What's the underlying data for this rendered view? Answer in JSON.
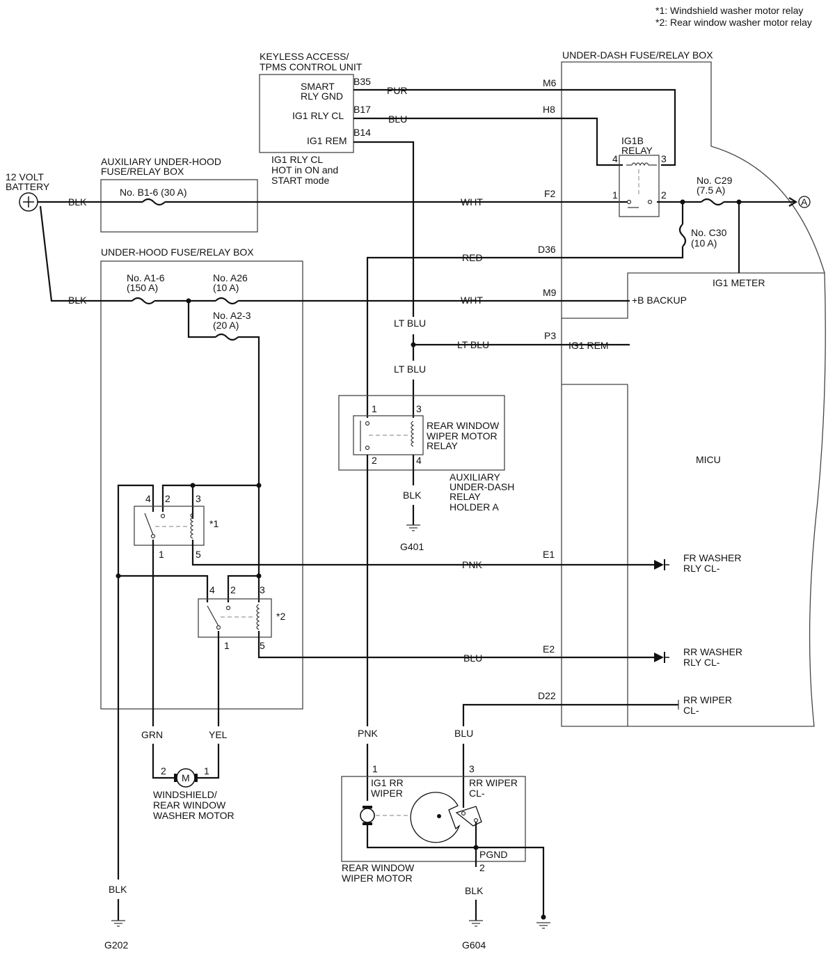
{
  "notes": {
    "n1": "*1: Windshield washer motor relay",
    "n2": "*2: Rear window washer motor relay"
  },
  "components": {
    "battery": [
      "12 VOLT",
      "BATTERY"
    ],
    "aux_underhood_box": [
      "AUXILIARY UNDER-HOOD",
      "FUSE/RELAY BOX"
    ],
    "underhood_box": "UNDER-HOOD FUSE/RELAY BOX",
    "keyless_unit": [
      "KEYLESS ACCESS/",
      "TPMS CONTROL UNIT"
    ],
    "keyless_pins": {
      "smart_rly_gnd": [
        "SMART",
        "RLY GND"
      ],
      "ig1_rly_cl": "IG1 RLY CL",
      "ig1_rem": "IG1 REM",
      "b35": "B35",
      "b17": "B17",
      "b14": "B14"
    },
    "keyless_note": [
      "IG1 RLY CL",
      "HOT in ON and",
      "START mode"
    ],
    "underdash_box": "UNDER-DASH FUSE/RELAY BOX",
    "ig1b_relay": [
      "IG1B",
      "RELAY"
    ],
    "ig1_meter": "IG1 METER",
    "b_backup": "+B BACKUP",
    "ig1_rem_micu": "IG1 REM",
    "micu": "MICU",
    "rear_wiper_relay": [
      "REAR WINDOW",
      "WIPER MOTOR",
      "RELAY"
    ],
    "aux_underdash_holder": [
      "AUXILIARY",
      "UNDER-DASH",
      "RELAY",
      "HOLDER A"
    ],
    "washer_motor": [
      "WINDSHIELD/",
      "REAR WINDOW",
      "WASHER MOTOR"
    ],
    "motor_symbol": "M",
    "rear_wiper_motor": [
      "REAR WINDOW",
      "WIPER MOTOR"
    ],
    "ig1_rr_wiper": [
      "IG1 RR",
      "WIPER"
    ],
    "rr_wiper_cl_motor": [
      "RR WIPER",
      "CL-"
    ],
    "pgnd": "PGND",
    "fr_washer": [
      "FR WASHER",
      "RLY CL-"
    ],
    "rr_washer": [
      "RR WASHER",
      "RLY CL-"
    ],
    "rr_wiper_cl": [
      "RR WIPER",
      "CL-"
    ],
    "relay1_tag": "*1",
    "relay2_tag": "*2",
    "connector_a": "A"
  },
  "fuses": {
    "b1_6": "No. B1-6 (30 A)",
    "a1_6": [
      "No. A1-6",
      "(150 A)"
    ],
    "a26": [
      "No. A26",
      "(10 A)"
    ],
    "a2_3": [
      "No. A2-3",
      "(20 A)"
    ],
    "c29": [
      "No. C29",
      "(7.5 A)"
    ],
    "c30": [
      "No. C30",
      "(10 A)"
    ]
  },
  "wires": {
    "blk": "BLK",
    "wht": "WHT",
    "pur": "PUR",
    "blu": "BLU",
    "red": "RED",
    "lt_blu": "LT BLU",
    "pnk": "PNK",
    "grn": "GRN",
    "yel": "YEL"
  },
  "connectors": {
    "m6": "M6",
    "h8": "H8",
    "f2": "F2",
    "d36": "D36",
    "m9": "M9",
    "p3": "P3",
    "e1": "E1",
    "e2": "E2",
    "d22": "D22"
  },
  "pins": {
    "p1": "1",
    "p2": "2",
    "p3": "3",
    "p4": "4",
    "p5": "5"
  },
  "grounds": {
    "g401": "G401",
    "g202": "G202",
    "g604": "G604"
  }
}
